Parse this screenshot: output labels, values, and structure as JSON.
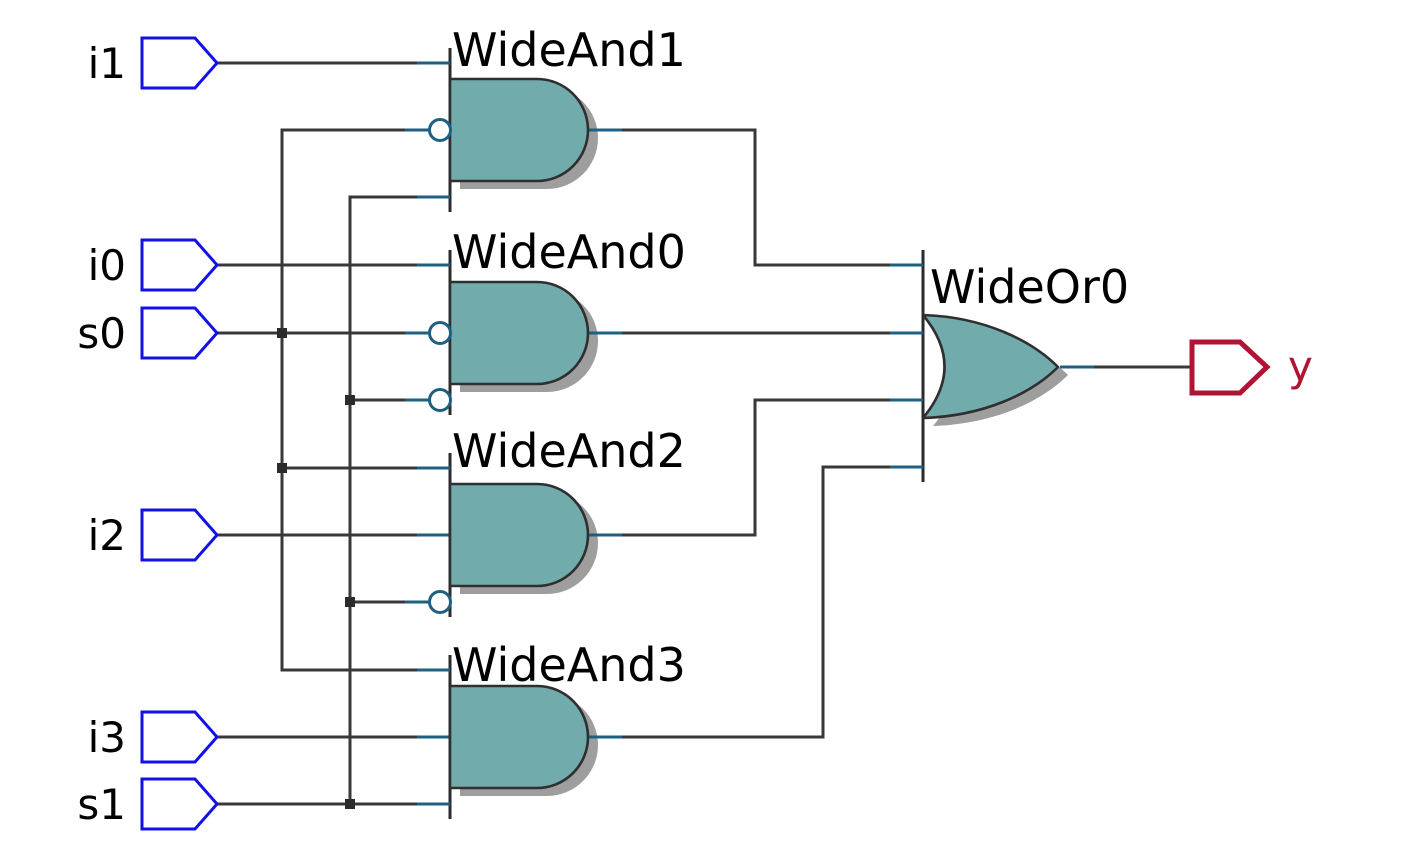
{
  "diagram": {
    "type": "logic-circuit-schematic",
    "description": "4-to-1 multiplexer built from four wide AND gates feeding a wide OR gate",
    "colors": {
      "background": "#ffffff",
      "gate_fill": "#71abac",
      "gate_outline": "#2f2f2f",
      "gate_shadow": "#9e9e9e",
      "wire": "#383838",
      "pin_accent_blue": "#1e5f82",
      "junction_dot": "#2b2b2b",
      "input_port_blue": "#1212e8",
      "output_port_red": "#b01334",
      "label_text": "#000000"
    },
    "inputs": [
      {
        "id": "i1",
        "label": "i1"
      },
      {
        "id": "i0",
        "label": "i0"
      },
      {
        "id": "s0",
        "label": "s0"
      },
      {
        "id": "i2",
        "label": "i2"
      },
      {
        "id": "i3",
        "label": "i3"
      },
      {
        "id": "s1",
        "label": "s1"
      }
    ],
    "outputs": [
      {
        "id": "y",
        "label": "y"
      }
    ],
    "gates": [
      {
        "name": "WideAnd1",
        "type": "AND",
        "inputs": [
          {
            "from": "i1",
            "inverted": false
          },
          {
            "from": "s0",
            "inverted": true
          },
          {
            "from": "s1",
            "inverted": false
          }
        ],
        "output_to": "WideOr0"
      },
      {
        "name": "WideAnd0",
        "type": "AND",
        "inputs": [
          {
            "from": "i0",
            "inverted": false
          },
          {
            "from": "s0",
            "inverted": true
          },
          {
            "from": "s1",
            "inverted": true
          }
        ],
        "output_to": "WideOr0"
      },
      {
        "name": "WideAnd2",
        "type": "AND",
        "inputs": [
          {
            "from": "s0",
            "inverted": false
          },
          {
            "from": "i2",
            "inverted": false
          },
          {
            "from": "s1",
            "inverted": true
          }
        ],
        "output_to": "WideOr0"
      },
      {
        "name": "WideAnd3",
        "type": "AND",
        "inputs": [
          {
            "from": "s0",
            "inverted": false
          },
          {
            "from": "i3",
            "inverted": false
          },
          {
            "from": "s1",
            "inverted": false
          }
        ],
        "output_to": "WideOr0"
      },
      {
        "name": "WideOr0",
        "type": "OR",
        "inputs": [
          {
            "from": "WideAnd1"
          },
          {
            "from": "WideAnd0"
          },
          {
            "from": "WideAnd2"
          },
          {
            "from": "WideAnd3"
          }
        ],
        "output_to": "y"
      }
    ]
  }
}
